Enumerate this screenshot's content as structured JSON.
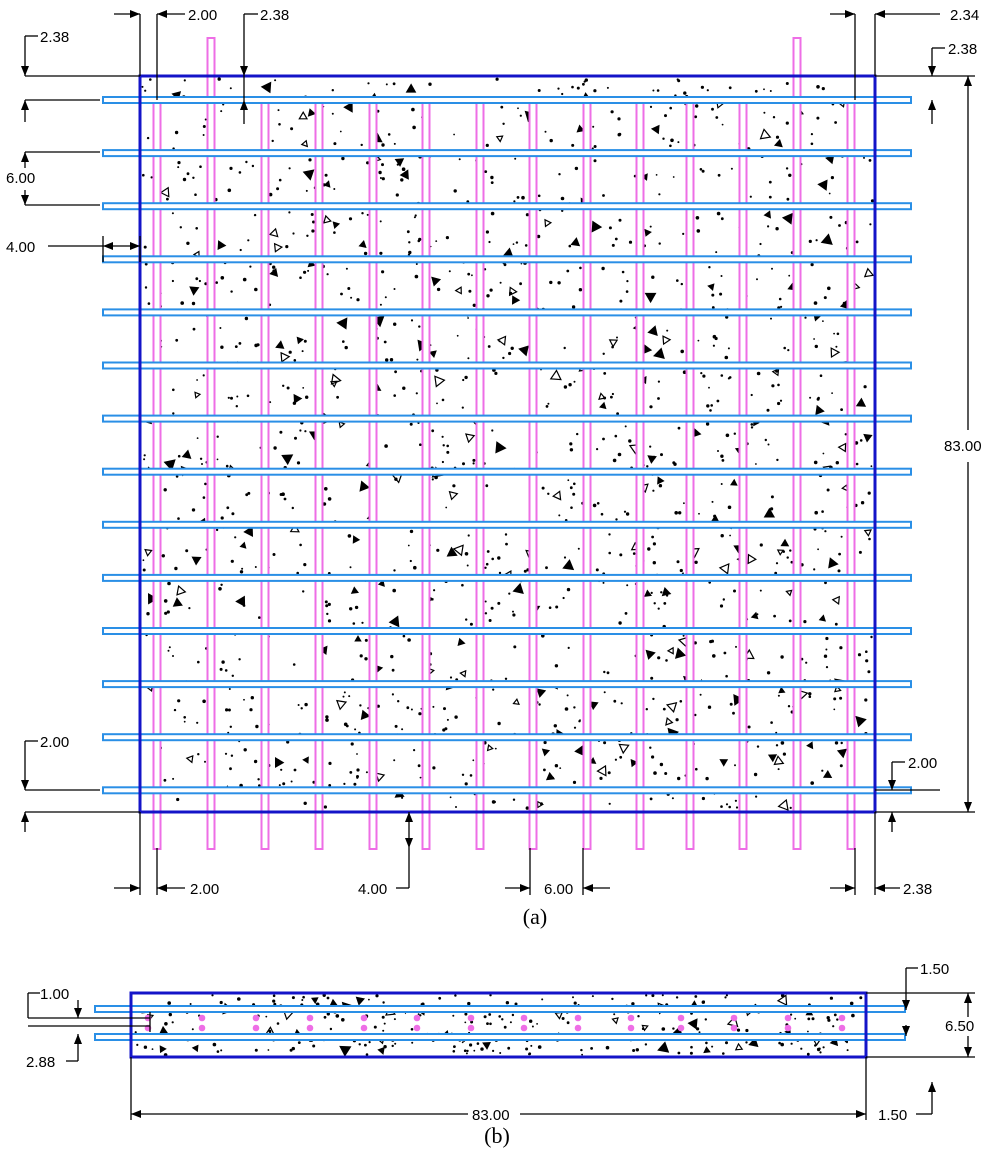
{
  "colors": {
    "concrete_outline": "#1414c8",
    "transverse_bars": "#2a8fe6",
    "longitudinal_bars": "#ee6ee6",
    "dimension_lines": "#000000",
    "aggregate": "#000000"
  },
  "figure_a": {
    "caption": "(a)",
    "dimensions": {
      "top_left_a": "2.00",
      "top_left_b": "2.38",
      "top_right": "2.34",
      "right_top": "2.38",
      "left_top_edge": "2.38",
      "left_spacing": "6.00",
      "left_overhang": "4.00",
      "left_bottom_edge": "2.00",
      "right_height": "83.00",
      "right_bottom_edge": "2.00",
      "bottom_left": "2.00",
      "bottom_overhang": "4.00",
      "bottom_spacing": "6.00",
      "bottom_right": "2.38"
    }
  },
  "figure_b": {
    "caption": "(b)",
    "dimensions": {
      "top_left": "1.00",
      "bottom_left": "2.88",
      "top_right": "1.50",
      "depth": "6.50",
      "bottom_right": "1.50",
      "length": "83.00"
    }
  }
}
